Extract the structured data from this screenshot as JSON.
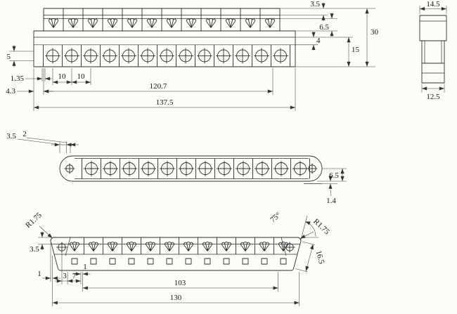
{
  "page": {
    "background": "#fcfcf9",
    "line_color": "#2e2e2e",
    "dim_color": "#3c3c3c",
    "text_color": "#141414"
  },
  "symbols": {
    "terminal_screw": "circle-with-cross",
    "wire_clamp": "fan-spring",
    "mounting_hole": "small-circle-with-cross",
    "wire_slot": "small-square"
  },
  "views": {
    "front": {
      "label": "front-view",
      "dims": {
        "top_lip": "3.5",
        "clamp_window": "6.5",
        "overall_height": "30",
        "mid_step": "4",
        "body_height": "15",
        "left_step": "5",
        "wall": "1.35",
        "end_wall": "4.3",
        "pitch_a": "10",
        "pitch_b": "10",
        "terminal_span": "120.7",
        "overall_length": "137.5"
      }
    },
    "side": {
      "label": "side-view",
      "dims": {
        "top_width": "14.5",
        "bottom_width": "12.5"
      }
    },
    "plan": {
      "label": "top-view",
      "dims": {
        "end_offset": "3.5",
        "wall": "2",
        "edge_width": "6.5",
        "lip": "1.4"
      }
    },
    "bottom": {
      "label": "bottom-view",
      "dims": {
        "corner_radius_left": "R1.75",
        "end_angle": "75°",
        "corner_radius_right": "R1.75",
        "slant_length": "16.5",
        "top_wall": "3.5",
        "edge_offset": "1",
        "hole_offset": "3",
        "slot_width": "7",
        "slot_offset": "1",
        "slot_span": "103",
        "mount_span": "130"
      }
    }
  }
}
